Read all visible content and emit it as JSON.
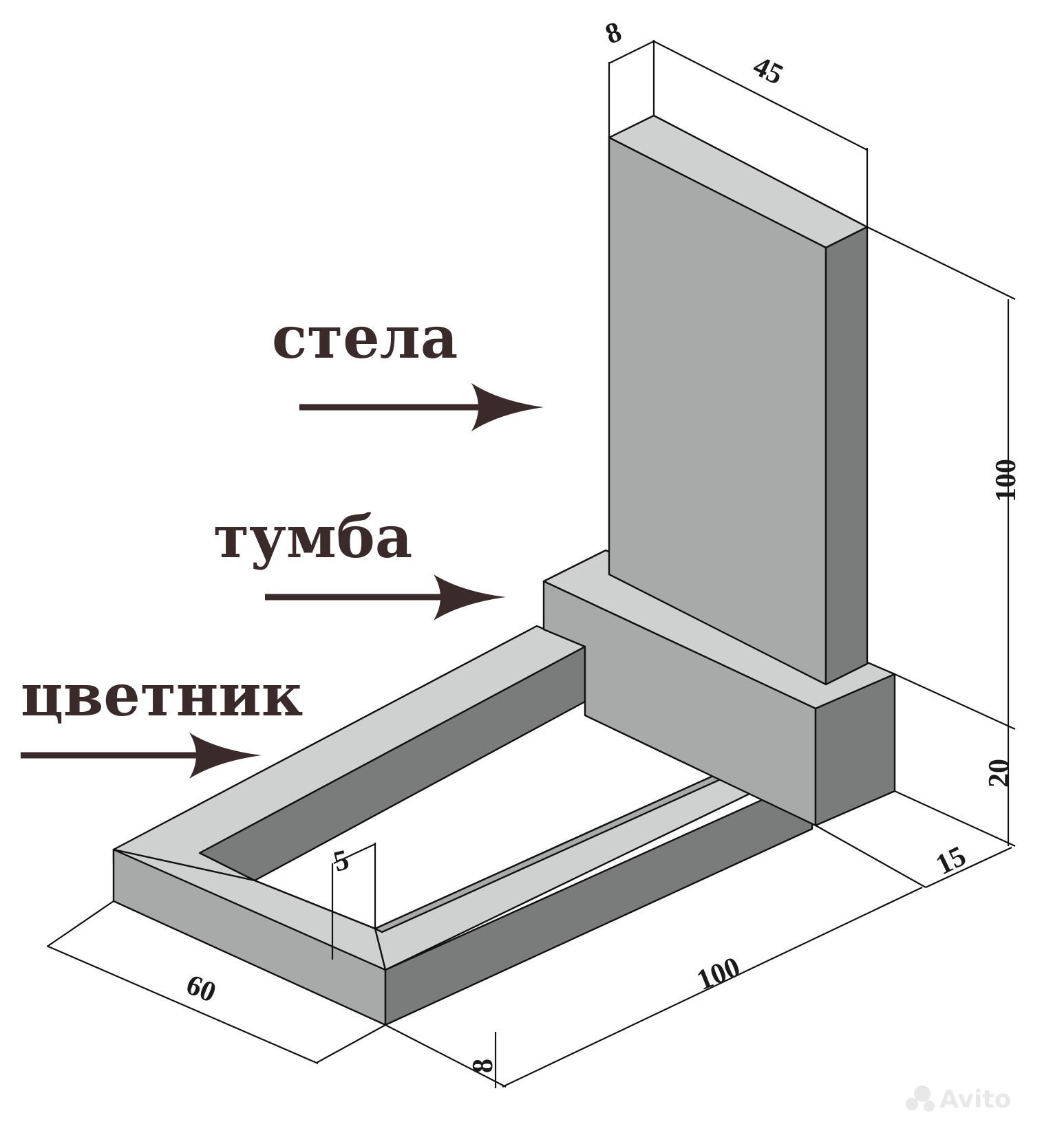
{
  "labels": {
    "stela": "стела",
    "tumba": "тумба",
    "tsvetnik": "цветник"
  },
  "dimensions": {
    "stela_thickness": "8",
    "stela_width": "45",
    "stela_height": "100",
    "tumba_height": "20",
    "tumba_depth": "15",
    "tsvetnik_length": "100",
    "tsvetnik_width": "60",
    "tsvetnik_height": "8",
    "tsvetnik_wall": "5"
  },
  "watermark": "Avito",
  "colors": {
    "face_top": "#cfd0d0",
    "face_front": "#a8aaaa",
    "face_side": "#7a7c7c",
    "label_text": "#3a2a2a"
  }
}
